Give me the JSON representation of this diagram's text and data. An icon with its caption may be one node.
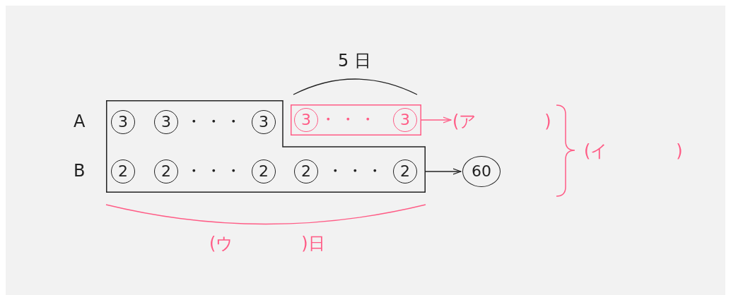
{
  "diagram": {
    "nodes": [
      {
        "text": [],
        "shape": "box"
      },
      {
        "text": [
          "3"
        ],
        "in": 0
      },
      {
        "text": [
          "3"
        ],
        "in": 0
      },
      {
        "text": [
          "3"
        ],
        "in": 0
      },
      {
        "text": [],
        "shape": "box"
      },
      {
        "text": [
          "3"
        ],
        "in": 4
      },
      {
        "text": [
          "3"
        ],
        "in": 4
      },
      {
        "text": [
          "2"
        ],
        "in": 0
      },
      {
        "text": [
          "2"
        ],
        "in": 0
      },
      {
        "text": [
          "2"
        ],
        "in": 0
      },
      {
        "text": [
          "2"
        ],
        "in": 0
      },
      {
        "text": [
          "2"
        ],
        "in": 0
      },
      {
        "text": [
          "(ア　　　　)"
        ]
      },
      {
        "text": [
          "60"
        ]
      }
    ],
    "edges": [
      {
        "from": 4,
        "to": 12,
        "arrow": "to",
        "color": "#ff5c86"
      },
      {
        "from": 0,
        "to": 13,
        "arrow": "to",
        "color": "#222222"
      }
    ],
    "labels": [
      "5 日",
      "A",
      "・・・",
      "・・・",
      "(イ　　　　)",
      "B",
      "・・・",
      "・・・",
      "(ウ　　　　)日"
    ]
  }
}
